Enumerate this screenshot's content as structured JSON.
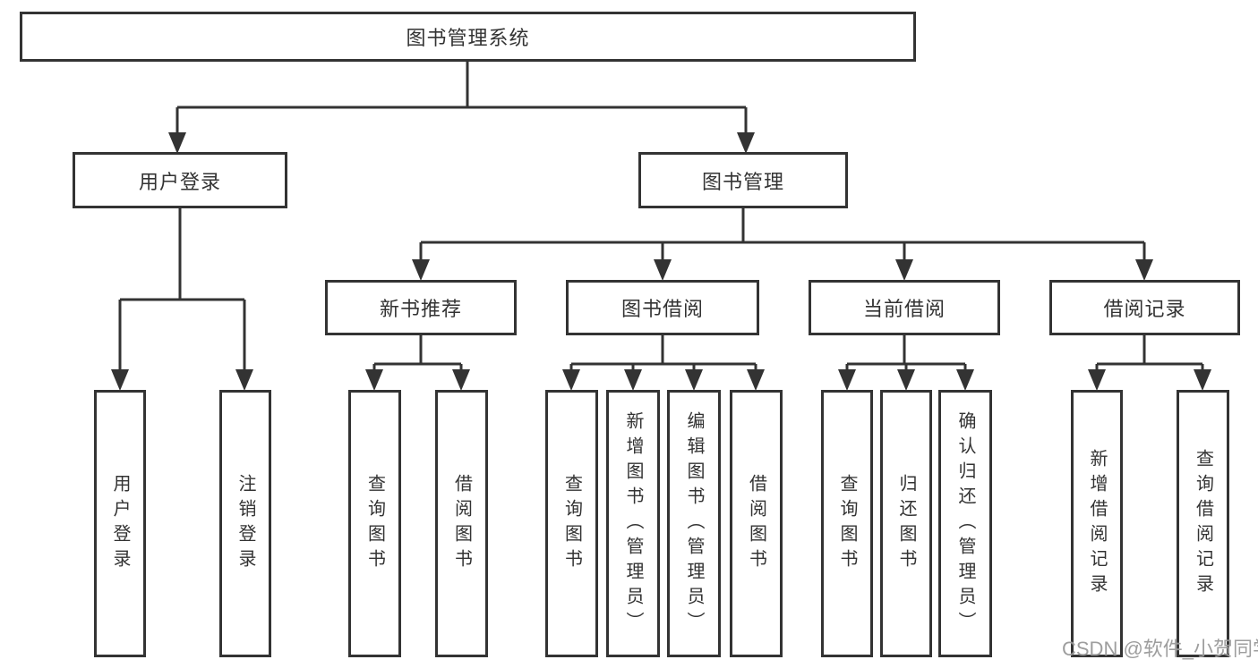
{
  "page": {
    "background": "#ffffff",
    "line_color": "#333333",
    "box_border_color": "#333333",
    "text_color": "#333333",
    "watermark_color": "#949494"
  },
  "watermark": {
    "text": "CSDN @软件_小贺同学"
  },
  "nodes": {
    "root": "图书管理系统",
    "user_login": "用户登录",
    "book_management": "图书管理",
    "new_book_recommend": "新书推荐",
    "book_borrow": "图书借阅",
    "current_borrow": "当前借阅",
    "borrow_records": "借阅记录",
    "leaf_user_login": "用户登录",
    "leaf_logout": "注销登录",
    "nbr_query_books": "查询图书",
    "nbr_borrow_books": "借阅图书",
    "bb_query_books": "查询图书",
    "bb_add_books_admin": "新增图书（管理员）",
    "bb_edit_books_admin": "编辑图书（管理员）",
    "bb_borrow_books": "借阅图书",
    "cb_query_books": "查询图书",
    "cb_return_books": "归还图书",
    "cb_confirm_return_admin": "确认归还（管理员）",
    "br_add_record": "新增借阅记录",
    "br_query_record": "查询借阅记录"
  }
}
